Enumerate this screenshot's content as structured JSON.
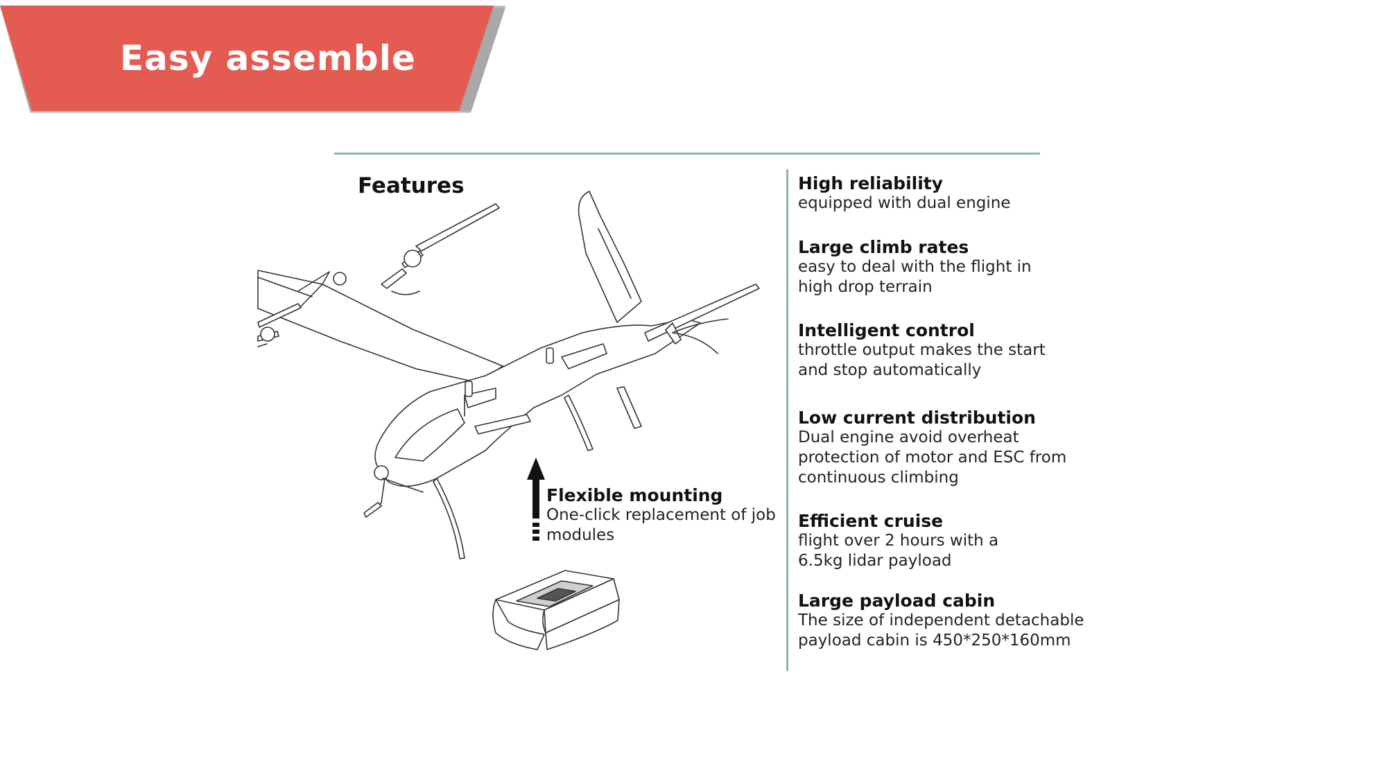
{
  "banner": {
    "title": "Easy assemble"
  },
  "section": {
    "heading": "Features"
  },
  "callout": {
    "title": "Flexible mounting",
    "description": "One-click replacement of job modules"
  },
  "features": [
    {
      "title": "High reliability",
      "description": "equipped with dual engine"
    },
    {
      "title": "Large climb rates",
      "description": "easy to deal with the flight in high drop terrain"
    },
    {
      "title": "Intelligent control",
      "description": "throttle output makes the start and stop automatically"
    },
    {
      "title": "Low current distribution",
      "description": "Dual engine avoid overheat protection of motor and ESC from continuous climbing"
    },
    {
      "title": "Efficient cruise",
      "description": "flight over 2 hours with a 6.5kg lidar payload"
    },
    {
      "title": "Large payload cabin",
      "description": "The size of independent detachable payload cabin is 450*250*160mm"
    }
  ],
  "colors": {
    "banner": "#e45b52",
    "banner_shadow": "#a8a8a8",
    "rule": "#8fb3b3",
    "text": "#111111"
  },
  "icons": [
    "up-arrow-icon"
  ]
}
